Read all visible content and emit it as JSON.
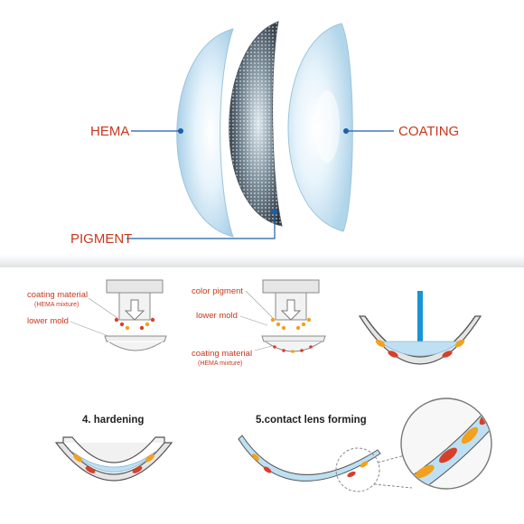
{
  "colors": {
    "label_red": "#c8381e",
    "connector_blue": "#1e5fa8",
    "pigment_red": "#d6402a",
    "pigment_orange": "#f2a11f",
    "lens_blue": "#bfe0f2",
    "nozzle_blue": "#1b94d2",
    "mold_gray": "#e4e4e4"
  },
  "top": {
    "hema_label": "HEMA",
    "pigment_label": "PIGMENT",
    "coating_label": "COATING"
  },
  "steps": {
    "step1": {
      "coating_material": "coating material",
      "hema_mixture": "(HEMA mixture)",
      "lower_mold": "lower mold"
    },
    "step2": {
      "color_pigment": "color pigment",
      "lower_mold": "lower mold",
      "coating_material": "coating material",
      "hema_mixture": "(HEMA mixture)"
    },
    "step4": {
      "title": "4. hardening"
    },
    "step5": {
      "title": "5.contact lens forming"
    }
  },
  "icons": [
    "lens-layer-icon",
    "press-arrow-icon",
    "dispense-nozzle-icon",
    "magnifier-icon"
  ]
}
